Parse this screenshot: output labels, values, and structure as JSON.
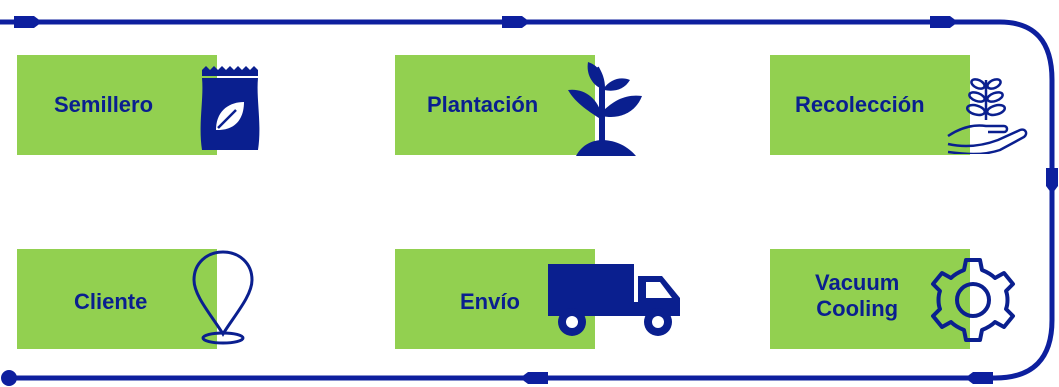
{
  "colors": {
    "box_fill": "#92d050",
    "accent_navy": "#0a1f8f",
    "flow_line": "#0d1f9e",
    "background": "#ffffff"
  },
  "steps": [
    {
      "label": "Semillero",
      "icon": "seed-bag-icon"
    },
    {
      "label": "Plantación",
      "icon": "sprout-icon"
    },
    {
      "label": "Recolección",
      "icon": "hand-plant-icon"
    },
    {
      "label": "Vacuum\nCooling",
      "icon": "gear-icon"
    },
    {
      "label": "Envío",
      "icon": "truck-icon"
    },
    {
      "label": "Cliente",
      "icon": "location-pin-icon"
    }
  ],
  "flow": {
    "top_row_direction": "left-to-right",
    "bottom_row_direction": "right-to-left",
    "connector": "loop"
  }
}
